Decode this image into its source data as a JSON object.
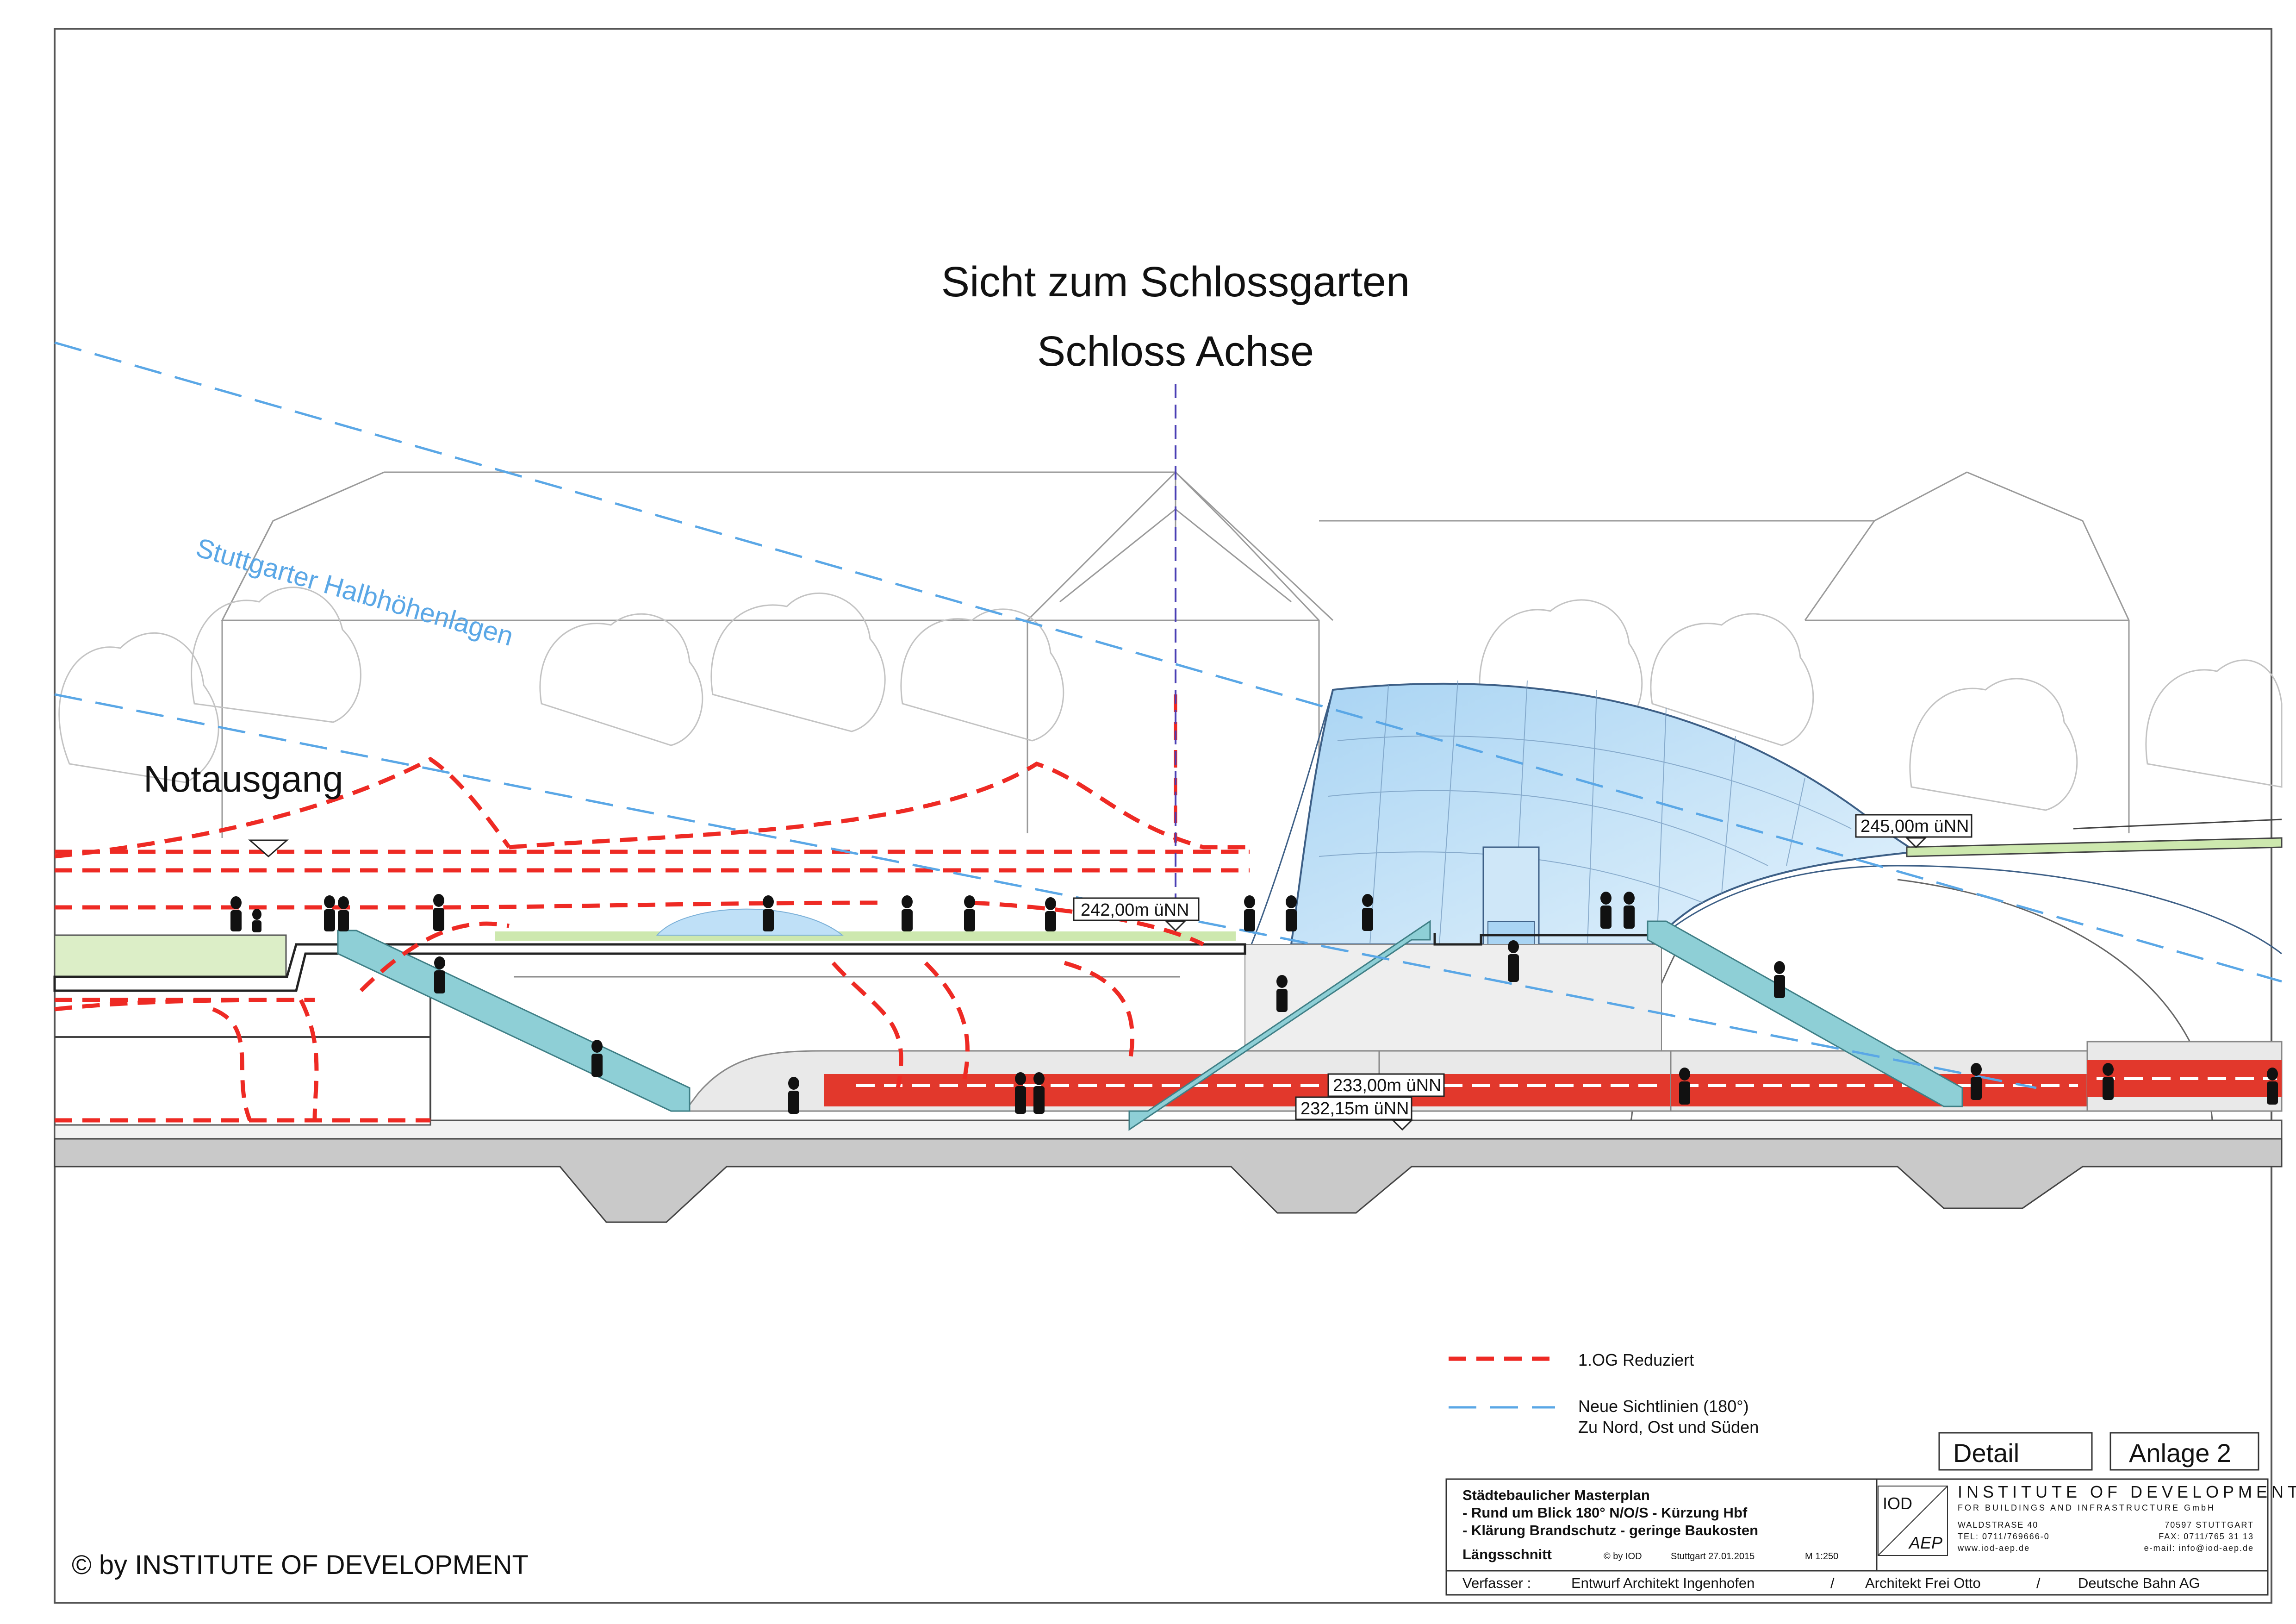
{
  "title": {
    "line1": "Sicht zum Schlossgarten",
    "line2": "Schloss Achse"
  },
  "annotations": {
    "halbhoehenlagen": "Stuttgarter Halbhöhenlagen",
    "notausgang": "Notausgang"
  },
  "levels": {
    "promenade": "242,00m üNN",
    "roof": "245,00m üNN",
    "platform_upper": "233,00m üNN",
    "platform_lower": "232,15m üNN"
  },
  "legend": {
    "red_line": "1.OG Reduziert",
    "blue_line_1": "Neue Sichtlinien (180°)",
    "blue_line_2": "Zu Nord, Ost und Süden"
  },
  "labels": {
    "detail": "Detail",
    "anlage": "Anlage 2"
  },
  "title_block": {
    "project": "Städtebaulicher Masterplan",
    "line1": "-  Rund um Blick 180° N/O/S  -  Kürzung Hbf",
    "line2": "-  Klärung Brandschutz  -  geringe Baukosten",
    "drawing": "Längsschnitt",
    "by": "© by IOD",
    "date": "Stuttgart 27.01.2015",
    "scale": "M 1:250",
    "logo_top": "IOD",
    "logo_bottom": "AEP",
    "institute": "INSTITUTE OF DEVELOPMENT",
    "subtitle": "FOR BUILDINGS AND INFRASTRUCTURE GmbH",
    "address1": "WALDSTRASE 40",
    "address2": "70597 STUTTGART",
    "tel": "TEL: 0711/769666-0",
    "fax": "FAX: 0711/765 31 13",
    "web": "www.iod-aep.de",
    "email": "e-mail: info@iod-aep.de",
    "verfasser_label": "Verfasser :",
    "verfasser_1": "Entwurf  Architekt  Ingenhofen",
    "sep": "/",
    "verfasser_2": "Architekt  Frei Otto",
    "verfasser_3": "Deutsche  Bahn  AG"
  },
  "copyright": "© by INSTITUTE OF DEVELOPMENT",
  "colors": {
    "red_dash": "#ee2a24",
    "blue_dash": "#5aa7e6",
    "glass": "#bfe0f7",
    "escalator": "#8ecfd6",
    "train_red": "#e2382c",
    "concrete": "#c9c9c9",
    "green": "#cfe9b0"
  }
}
